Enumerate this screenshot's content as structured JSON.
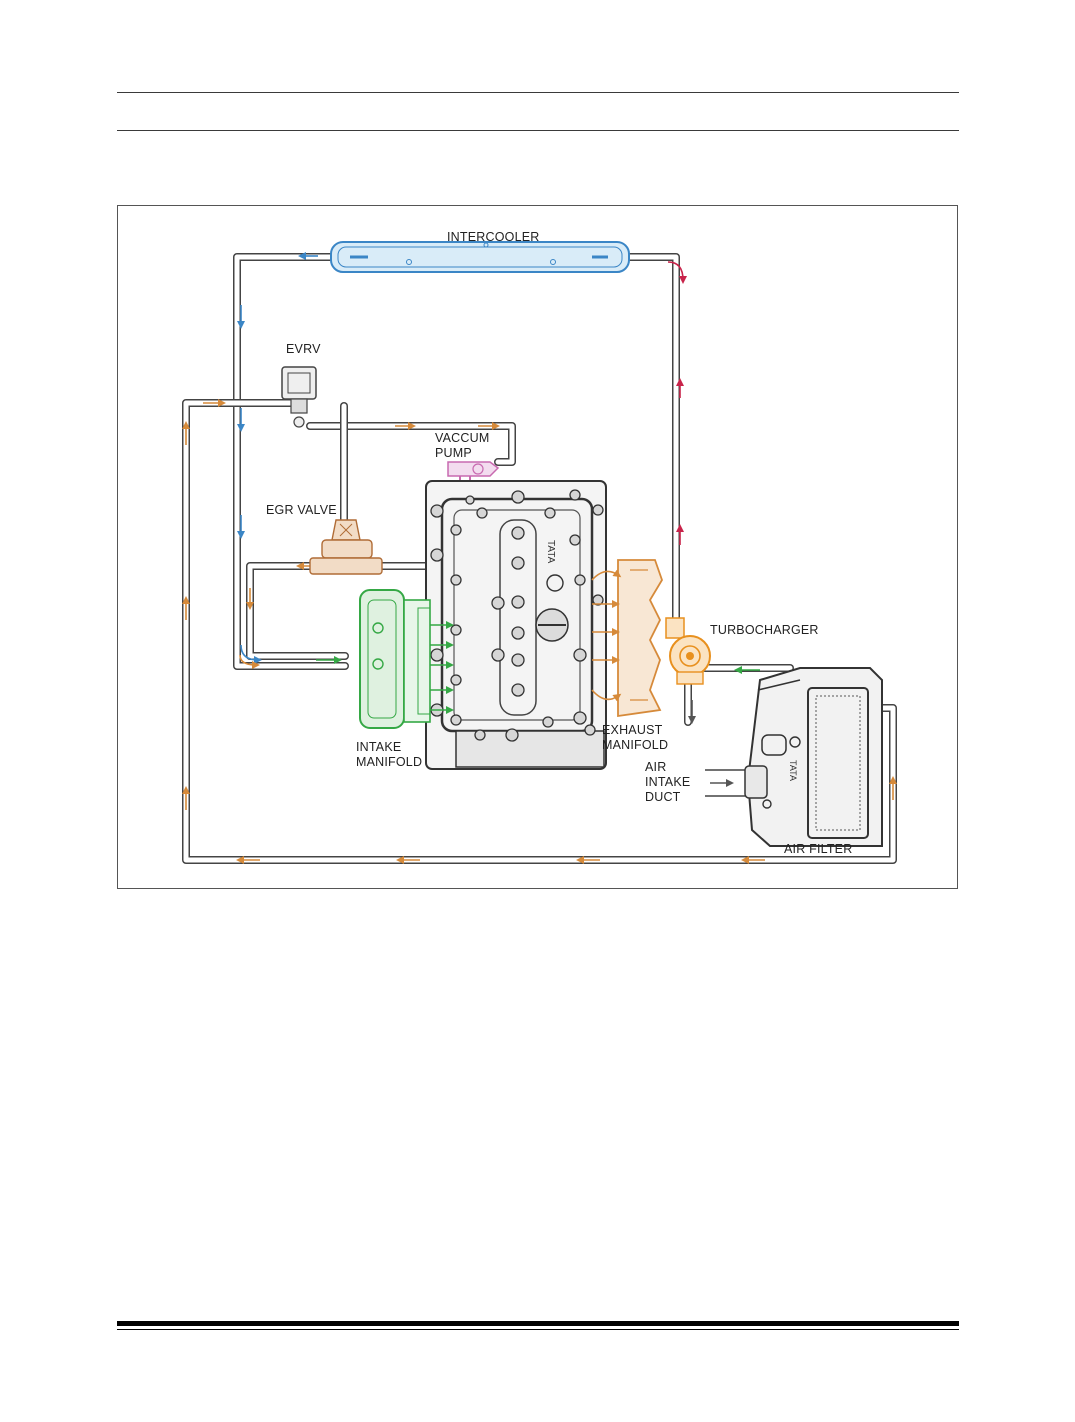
{
  "labels": {
    "intercooler": "INTERCOOLER",
    "evrv": "EVRV",
    "vaccum_pump_line1": "VACCUM",
    "vaccum_pump_line2": "PUMP",
    "egr_valve": "EGR VALVE",
    "turbocharger": "TURBOCHARGER",
    "intake_manifold_line1": "INTAKE",
    "intake_manifold_line2": "MANIFOLD",
    "exhaust_manifold_line1": "EXHAUST",
    "exhaust_manifold_line2": "MANIFOLD",
    "air_intake_line1": "AIR",
    "air_intake_line2": "INTAKE",
    "air_intake_line3": "DUCT",
    "air_filter": "AIR FILTER"
  },
  "colors": {
    "intercooler_blue": "#3b86c6",
    "exhaust_orange": "#d68a3a",
    "intake_green": "#35a845",
    "vacuum_pink": "#c86ab0",
    "boost_red": "#c8234a",
    "turbo_orange": "#e8901e",
    "pipe_gray": "#444444"
  }
}
